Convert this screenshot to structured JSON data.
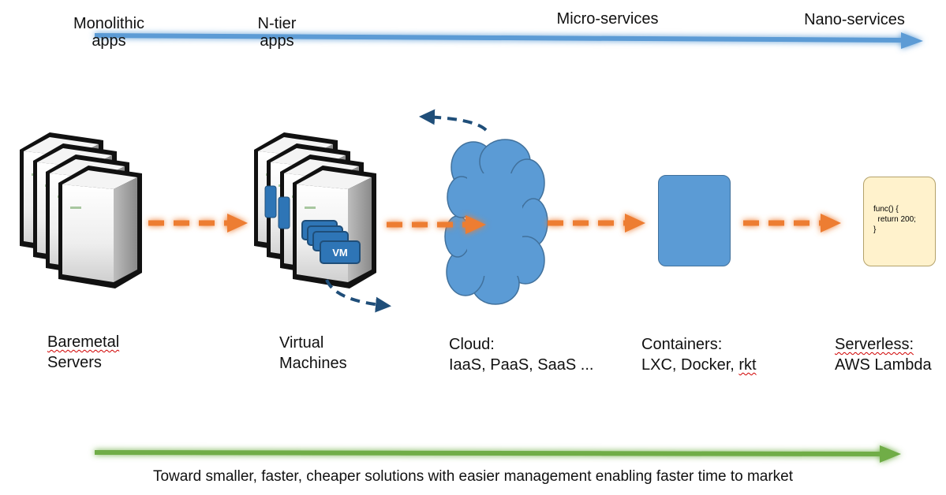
{
  "top_axis": {
    "labels": [
      "Monolithic\napps",
      "N-tier\napps",
      "Micro-services",
      "Nano-services"
    ],
    "color": "#2e75b6"
  },
  "stages": [
    {
      "name": "baremetal",
      "line1": "Baremetal",
      "line2": "Servers"
    },
    {
      "name": "virtual-machines",
      "line1": "Virtual",
      "line2": "Machines",
      "badge": "VM"
    },
    {
      "name": "cloud",
      "line1": "Cloud:",
      "line2": "IaaS, PaaS, SaaS ..."
    },
    {
      "name": "containers",
      "line1": "Containers:",
      "line2_pre": "LXC, Docker, ",
      "line2_tail": "rkt"
    },
    {
      "name": "serverless",
      "line1": "Serverless:",
      "line2": "AWS Lambda",
      "code": "func() {\n  return 200;\n}"
    }
  ],
  "flow_arrow_color": "#ed7d31",
  "footer": {
    "caption": "Toward smaller, faster, cheaper solutions with easier management enabling faster time to market",
    "color": "#70ad47"
  },
  "icons": [
    "server-stack-icon",
    "vm-server-stack-icon",
    "cloud-icon",
    "container-icon",
    "function-code-icon"
  ]
}
